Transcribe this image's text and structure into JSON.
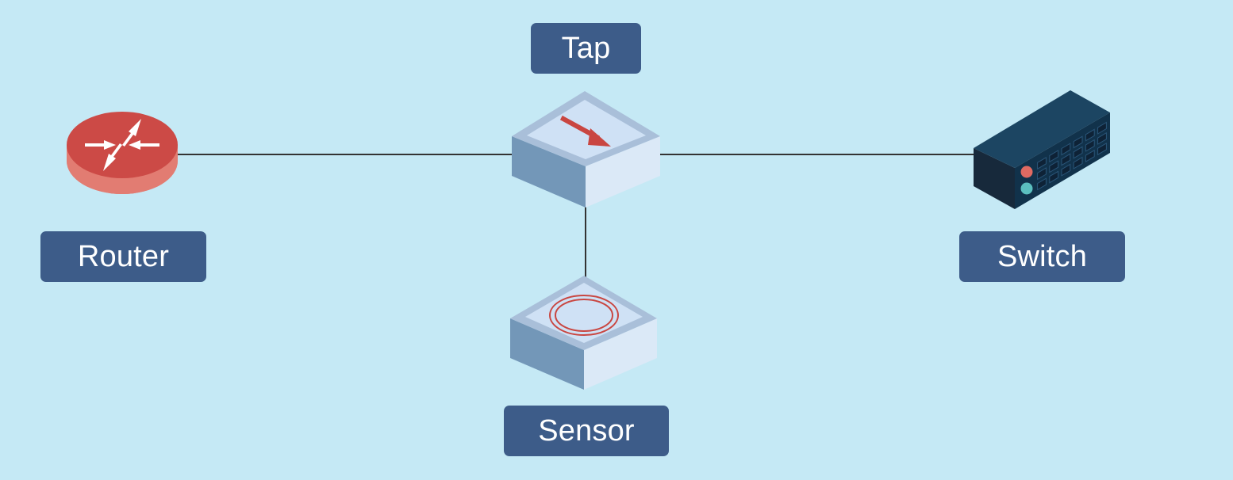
{
  "diagram": {
    "colors": {
      "background": "#c5e9f5",
      "label_fill": "#3d5c89",
      "link_stroke": "#333333"
    },
    "nodes": {
      "router": {
        "label": "Router",
        "icon": "router-icon",
        "colors": {
          "top": "#cc4a46",
          "side": "#e27c72",
          "arrows": "#ffffff"
        }
      },
      "tap": {
        "label": "Tap",
        "icon": "tap-icon",
        "colors": {
          "top": "#cfe1f5",
          "rim": "#a9bfd9",
          "left": "#7397b8",
          "right": "#dbe9f7",
          "arrow": "#c94641"
        }
      },
      "switch": {
        "label": "Switch",
        "icon": "switch-icon",
        "colors": {
          "top": "#1c4562",
          "right": "#11324b",
          "front": "#17293b",
          "port": "#0e2236",
          "led_red": "#e06a62",
          "led_teal": "#5bbfbf"
        }
      },
      "sensor": {
        "label": "Sensor",
        "icon": "sensor-icon",
        "colors": {
          "top": "#cfe1f5",
          "rim": "#a9bfd9",
          "left": "#7397b8",
          "right": "#dbe9f7",
          "rings": "#c94641"
        }
      }
    },
    "links": [
      {
        "from": "router",
        "to": "tap"
      },
      {
        "from": "tap",
        "to": "switch"
      },
      {
        "from": "tap",
        "to": "sensor"
      }
    ]
  }
}
